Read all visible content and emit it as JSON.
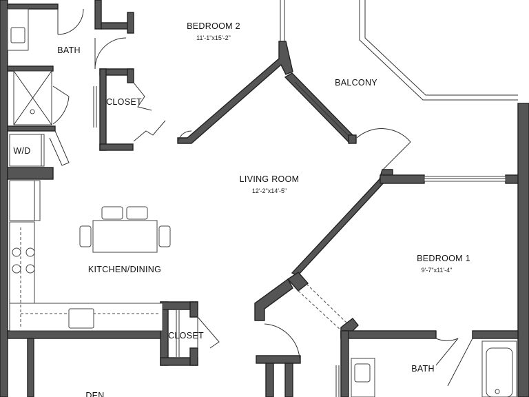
{
  "rooms": {
    "bedroom2": {
      "name": "BEDROOM 2",
      "dims": "11'-1\"x15'-2\""
    },
    "bath_upper": {
      "name": "BATH"
    },
    "closet_upper": {
      "name": "CLOSET"
    },
    "balcony": {
      "name": "BALCONY"
    },
    "washer_dryer": {
      "name": "W/D"
    },
    "living_room": {
      "name": "LIVING ROOM",
      "dims": "12'-2\"x14'-5\""
    },
    "kitchen_dining": {
      "name": "KITCHEN/DINING"
    },
    "bedroom1": {
      "name": "BEDROOM 1",
      "dims": "9'-7\"x11'-4\""
    },
    "closet_lower": {
      "name": "CLOSET"
    },
    "bath_lower": {
      "name": "BATH"
    },
    "den": {
      "name": "DEN"
    }
  }
}
